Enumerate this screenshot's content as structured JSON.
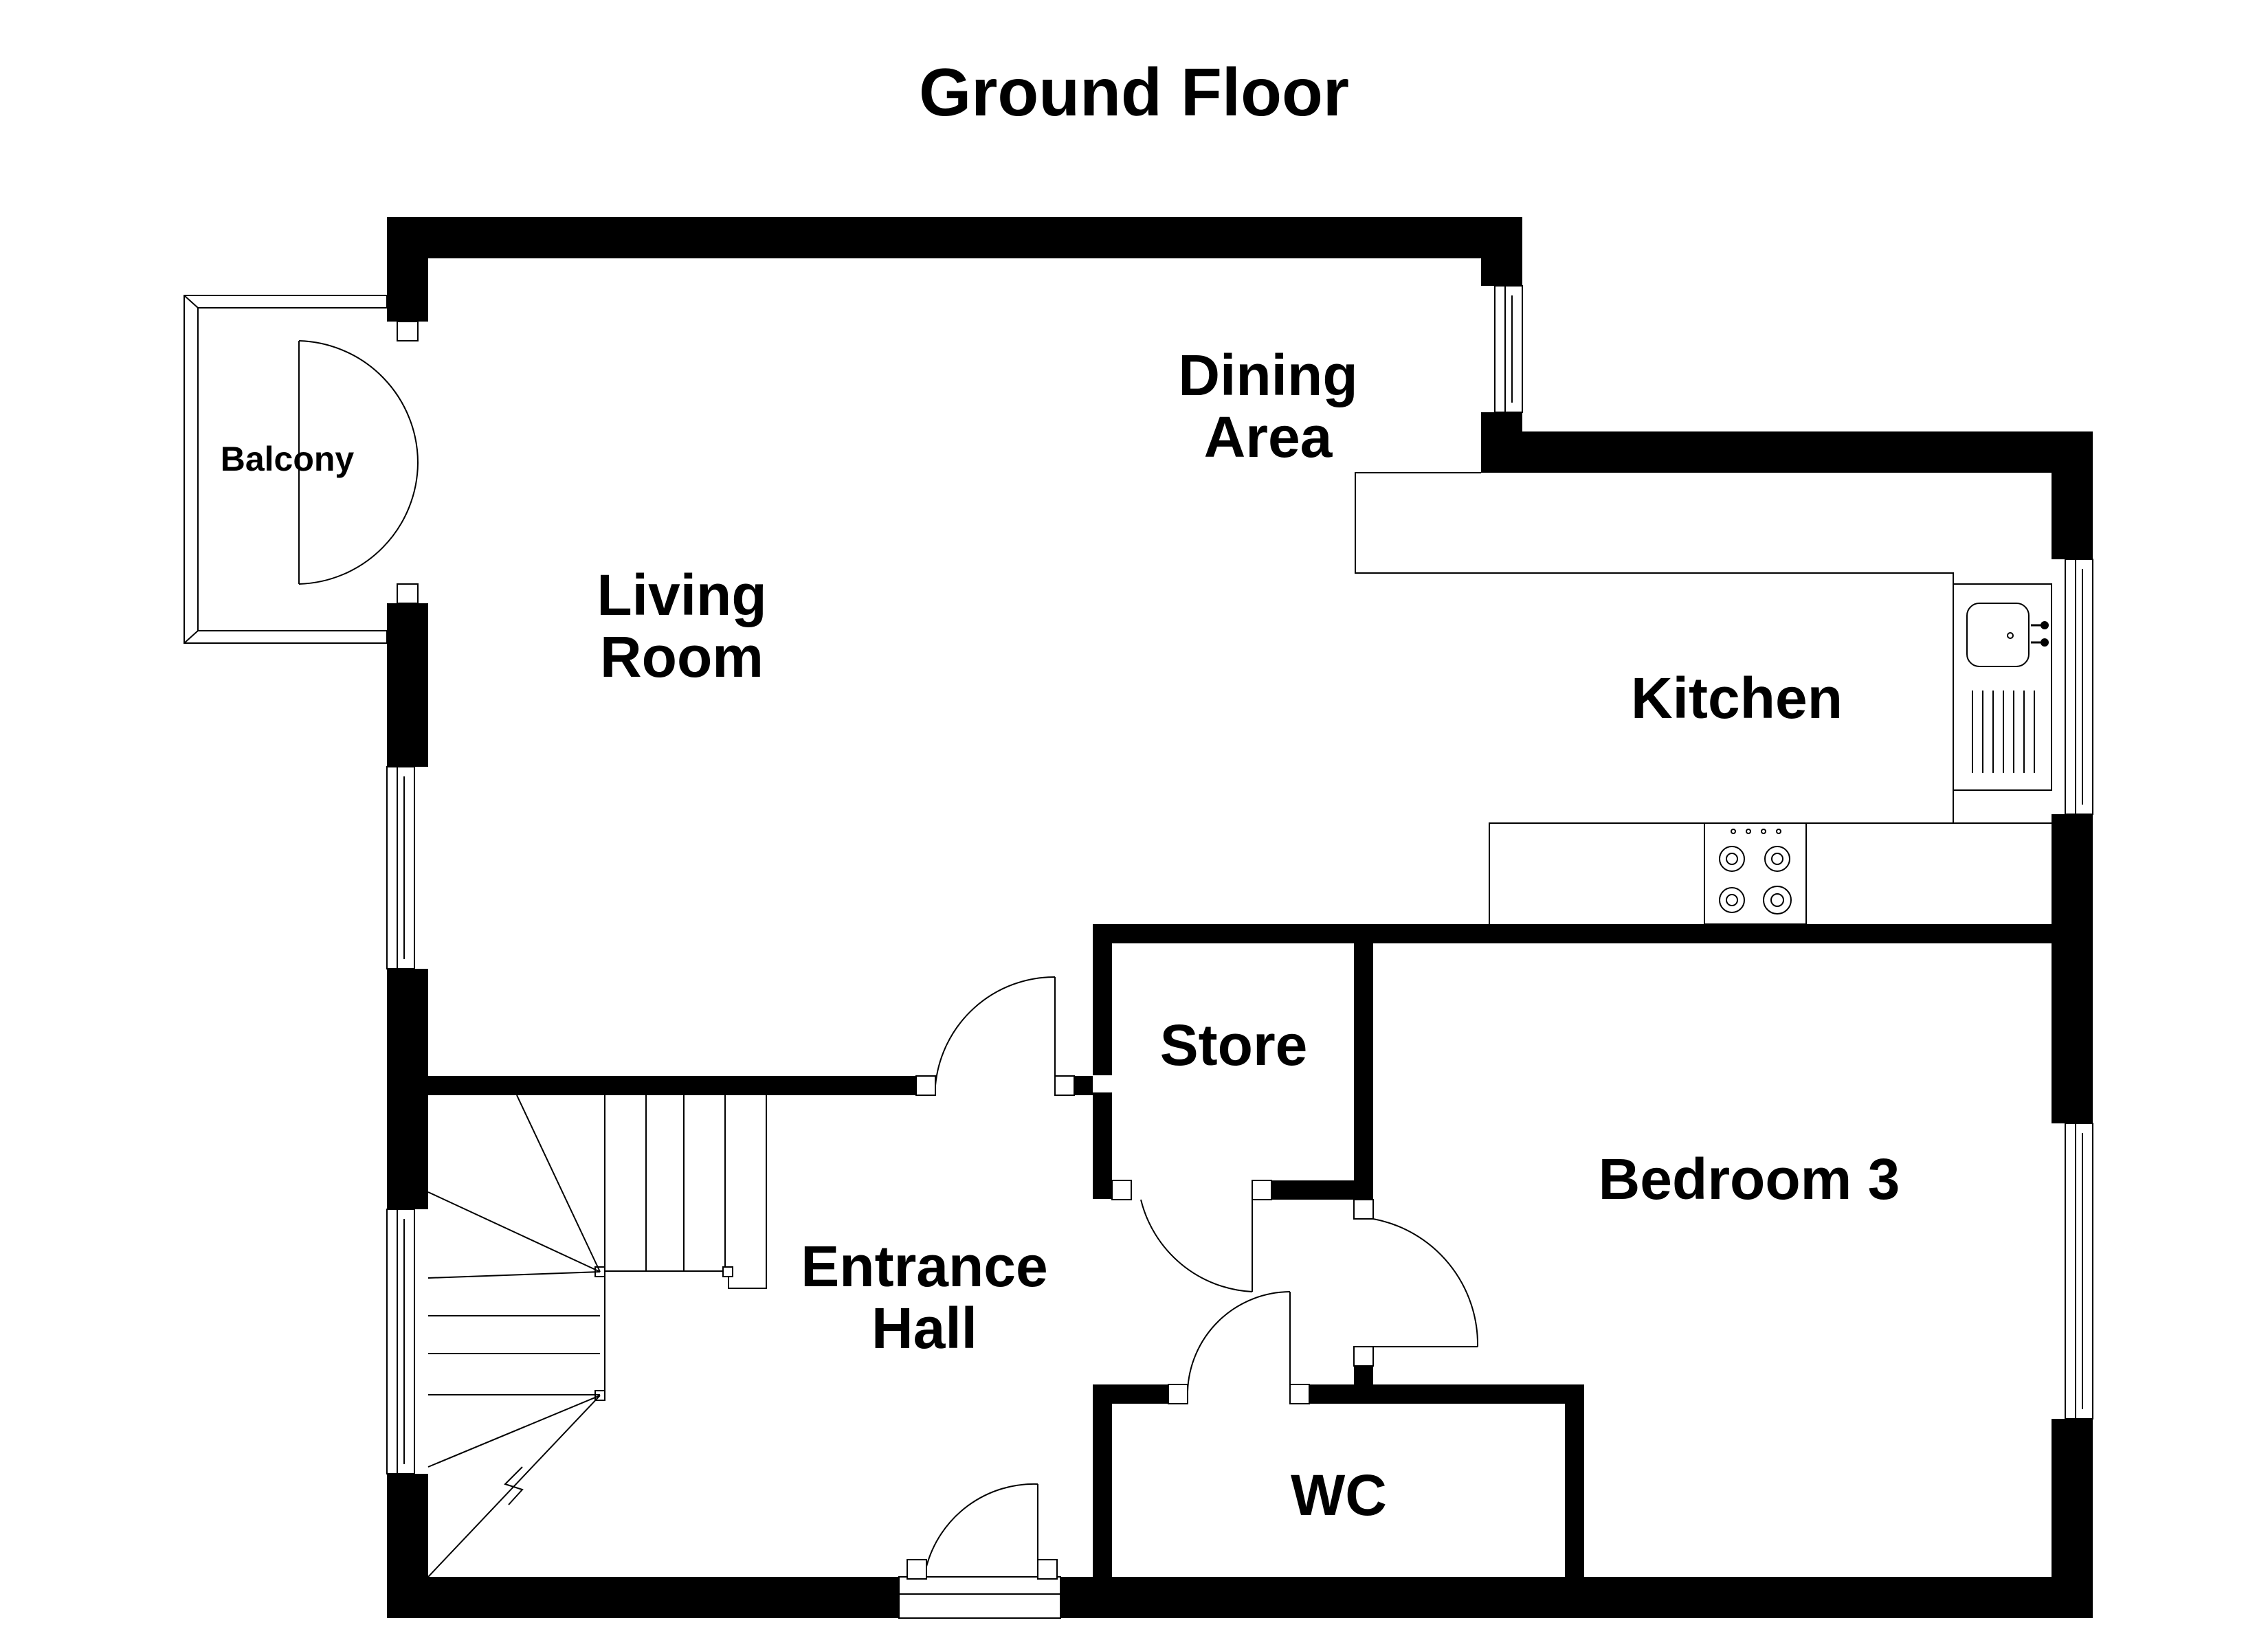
{
  "title": "Ground Floor",
  "rooms": {
    "balcony": "Balcony",
    "dining_line1": "Dining",
    "dining_line2": "Area",
    "living_line1": "Living",
    "living_line2": "Room",
    "kitchen": "Kitchen",
    "store": "Store",
    "bedroom3": "Bedroom 3",
    "hall_line1": "Entrance",
    "hall_line2": "Hall",
    "wc": "WC"
  },
  "colors": {
    "wall": "#000000",
    "background": "#ffffff"
  }
}
